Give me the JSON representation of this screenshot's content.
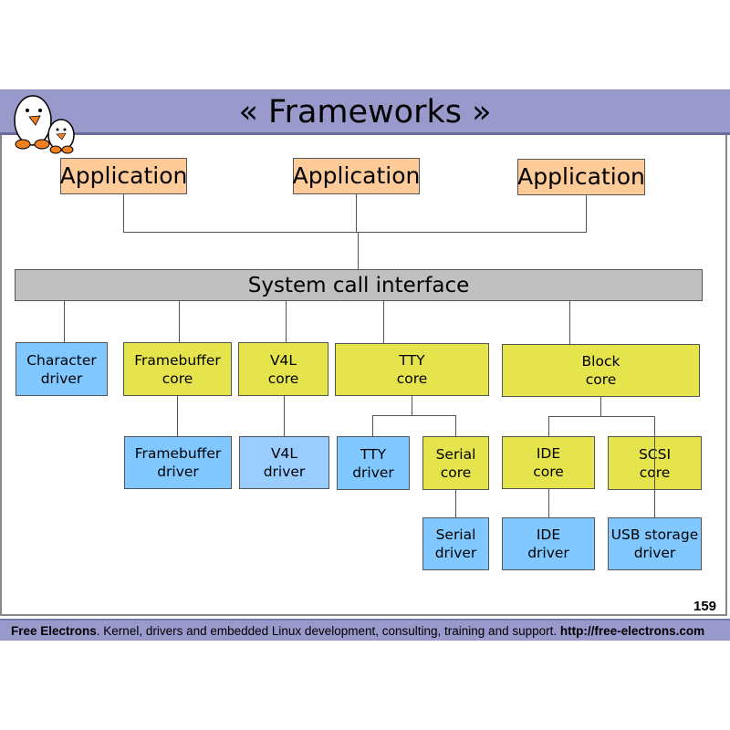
{
  "slide": {
    "title": "« Frameworks »",
    "page_number": "159",
    "footer": {
      "brand": "Free Electrons",
      "text": ". Kernel, drivers and embedded Linux development, consulting, training and support. ",
      "url": "http://free-electrons.com"
    }
  },
  "diagram": {
    "applications": [
      "Application",
      "Application",
      "Application"
    ],
    "syscall": "System call interface",
    "nodes": {
      "char_driver": "Character\ndriver",
      "fb_core": "Framebuffer\ncore",
      "v4l_core": "V4L\ncore",
      "tty_core": "TTY\ncore",
      "block_core": "Block\ncore",
      "fb_driver": "Framebuffer\ndriver",
      "v4l_driver": "V4L\ndriver",
      "tty_driver": "TTY\ndriver",
      "serial_core": "Serial\ncore",
      "ide_core": "IDE\ncore",
      "scsi_core": "SCSI\ncore",
      "serial_driver": "Serial\ndriver",
      "ide_driver": "IDE\ndriver",
      "usb_storage_driver": "USB storage\ndriver"
    },
    "colors": {
      "application": "#ffcc99",
      "syscall": "#c0c0c0",
      "driver": "#80c8ff",
      "core": "#e6e44c",
      "header": "#9999cc"
    }
  }
}
